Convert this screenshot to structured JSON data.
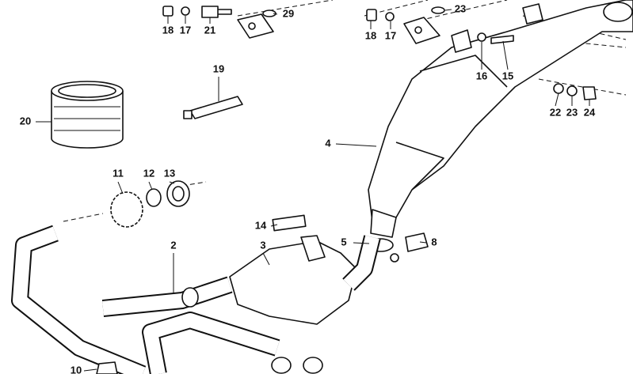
{
  "diagram": {
    "callouts": [
      {
        "id": "18a",
        "text": "18"
      },
      {
        "id": "17a",
        "text": "17"
      },
      {
        "id": "21",
        "text": "21"
      },
      {
        "id": "29",
        "text": "29"
      },
      {
        "id": "18b",
        "text": "18"
      },
      {
        "id": "17b",
        "text": "17"
      },
      {
        "id": "23a",
        "text": "23"
      },
      {
        "id": "16",
        "text": "16"
      },
      {
        "id": "15",
        "text": "15"
      },
      {
        "id": "22",
        "text": "22"
      },
      {
        "id": "23b",
        "text": "23"
      },
      {
        "id": "24",
        "text": "24"
      },
      {
        "id": "19",
        "text": "19"
      },
      {
        "id": "20",
        "text": "20"
      },
      {
        "id": "4",
        "text": "4"
      },
      {
        "id": "11",
        "text": "11"
      },
      {
        "id": "12",
        "text": "12"
      },
      {
        "id": "13",
        "text": "13"
      },
      {
        "id": "14",
        "text": "14"
      },
      {
        "id": "3",
        "text": "3"
      },
      {
        "id": "5",
        "text": "5"
      },
      {
        "id": "8",
        "text": "8"
      },
      {
        "id": "2",
        "text": "2"
      },
      {
        "id": "10",
        "text": "10"
      }
    ]
  }
}
